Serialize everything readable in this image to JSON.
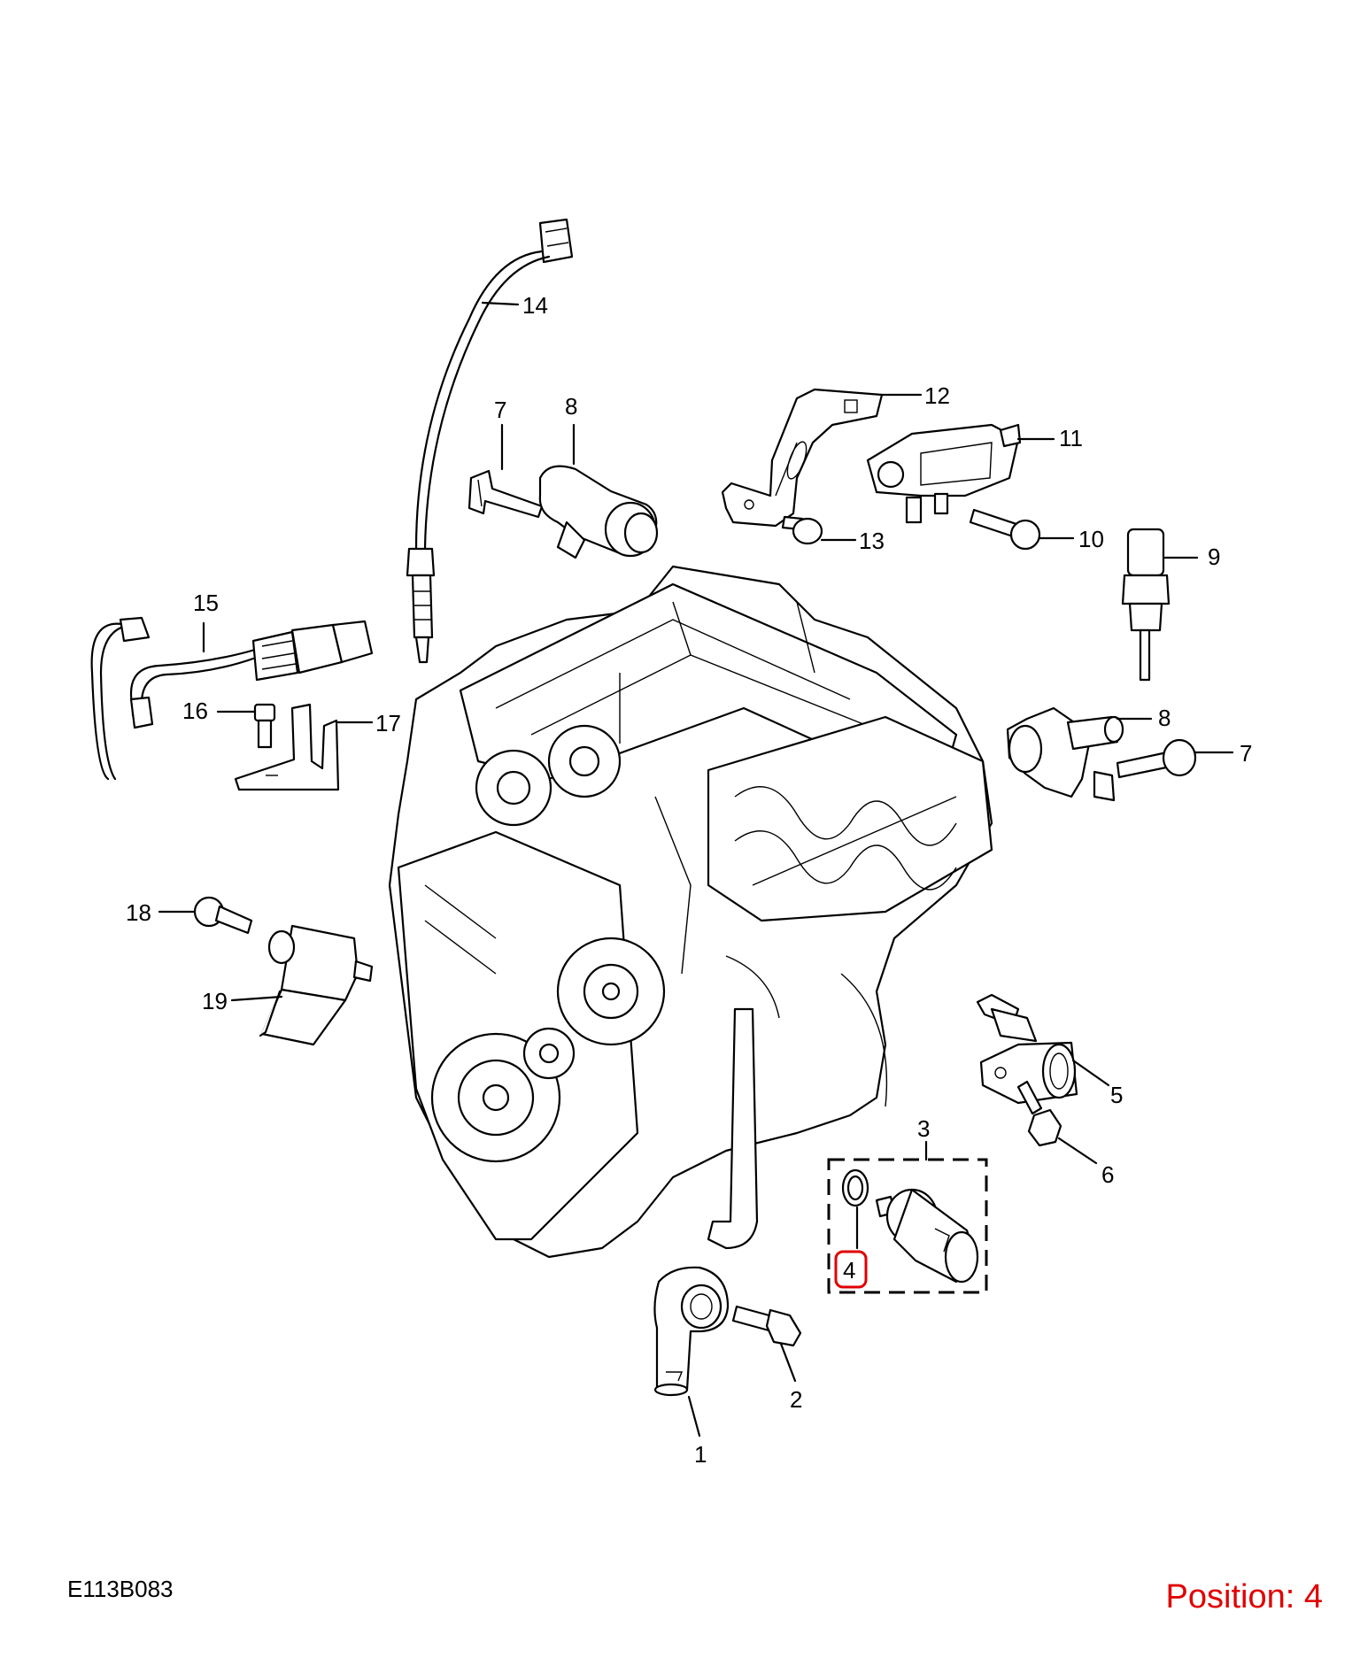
{
  "diagram": {
    "code": "E113B083",
    "position_label": "Position: 4",
    "highlight_color": "#e00000",
    "line_color": "#000000",
    "background": "#ffffff",
    "callouts": [
      "1",
      "2",
      "3",
      "4",
      "5",
      "6",
      "7",
      "8",
      "9",
      "10",
      "11",
      "12",
      "13",
      "14",
      "15",
      "16",
      "17",
      "18",
      "19"
    ],
    "callouts_secondary": [
      "7",
      "8"
    ]
  }
}
